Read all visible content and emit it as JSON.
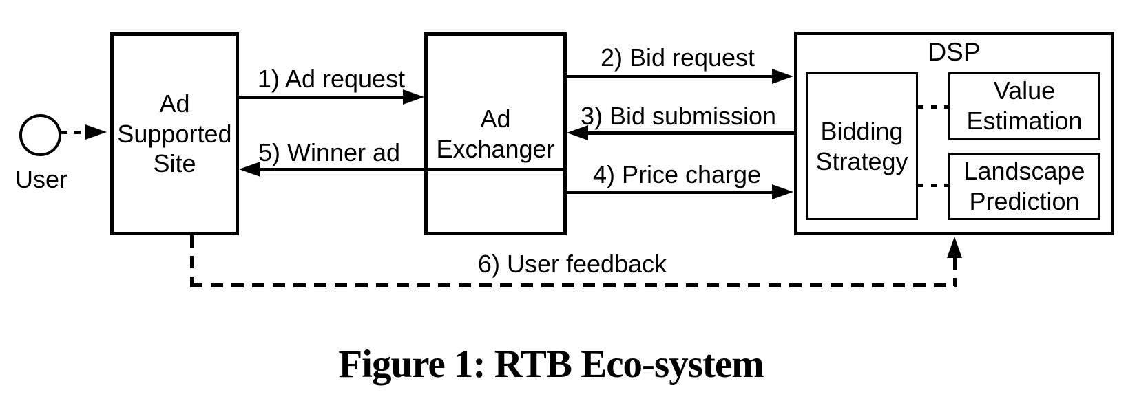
{
  "figure": {
    "caption": "Figure 1: RTB Eco-system",
    "nodes": {
      "user": "User",
      "ad_supported_site": "Ad\nSupported\nSite",
      "ad_exchanger": "Ad\nExchanger",
      "dsp": "DSP",
      "bidding_strategy": "Bidding\nStrategy",
      "value_estimation": "Value\nEstimation",
      "landscape_prediction": "Landscape\nPrediction"
    },
    "edges": {
      "ad_request": "1) Ad request",
      "bid_request": "2) Bid request",
      "bid_submission": "3) Bid submission",
      "price_charge": "4) Price charge",
      "winner_ad": "5) Winner ad",
      "user_feedback": "6) User feedback"
    },
    "colors": {
      "ink": "#000000",
      "background": "#ffffff"
    }
  }
}
